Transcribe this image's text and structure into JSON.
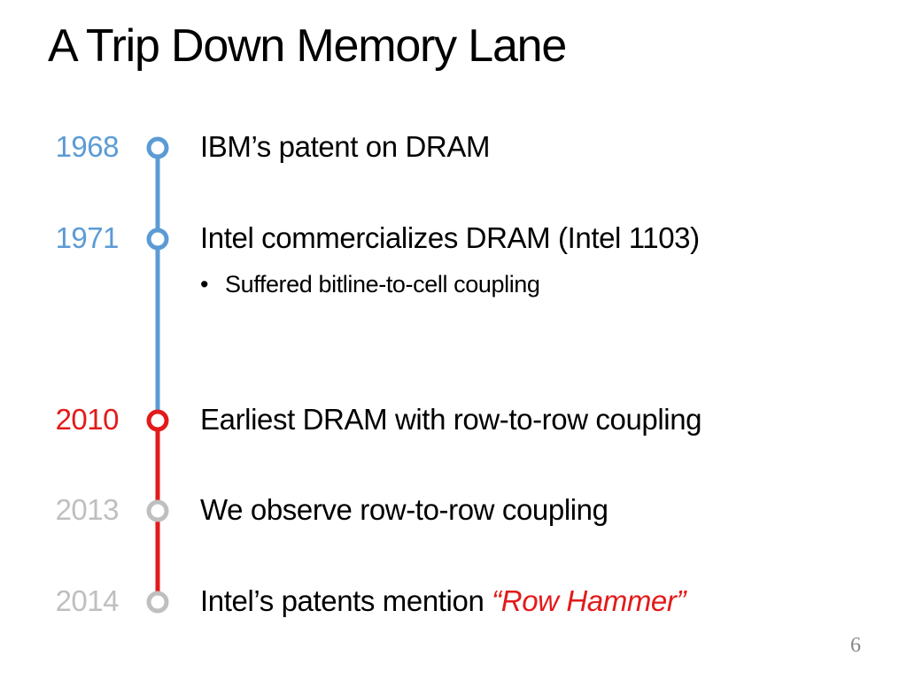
{
  "title": "A Trip Down Memory Lane",
  "colors": {
    "blue": "#5b9bd5",
    "red": "#e31a1a",
    "gray": "#bfbfbf"
  },
  "timeline": [
    {
      "year": "1968",
      "event": "IBM’s patent on DRAM",
      "state": "blue"
    },
    {
      "year": "1971",
      "event": "Intel commercializes DRAM (Intel 1103)",
      "sub": "Suffered bitline-to-cell coupling",
      "state": "blue"
    },
    {
      "year": "2010",
      "event": "Earliest DRAM with row-to-row coupling",
      "state": "red"
    },
    {
      "year": "2013",
      "event": "We observe row-to-row coupling",
      "state": "gray"
    },
    {
      "year": "2014",
      "event_prefix": "Intel’s patents mention ",
      "event_highlight": "“Row Hammer”",
      "state": "gray"
    }
  ],
  "bullet_glyph": "•",
  "page_number": "6"
}
